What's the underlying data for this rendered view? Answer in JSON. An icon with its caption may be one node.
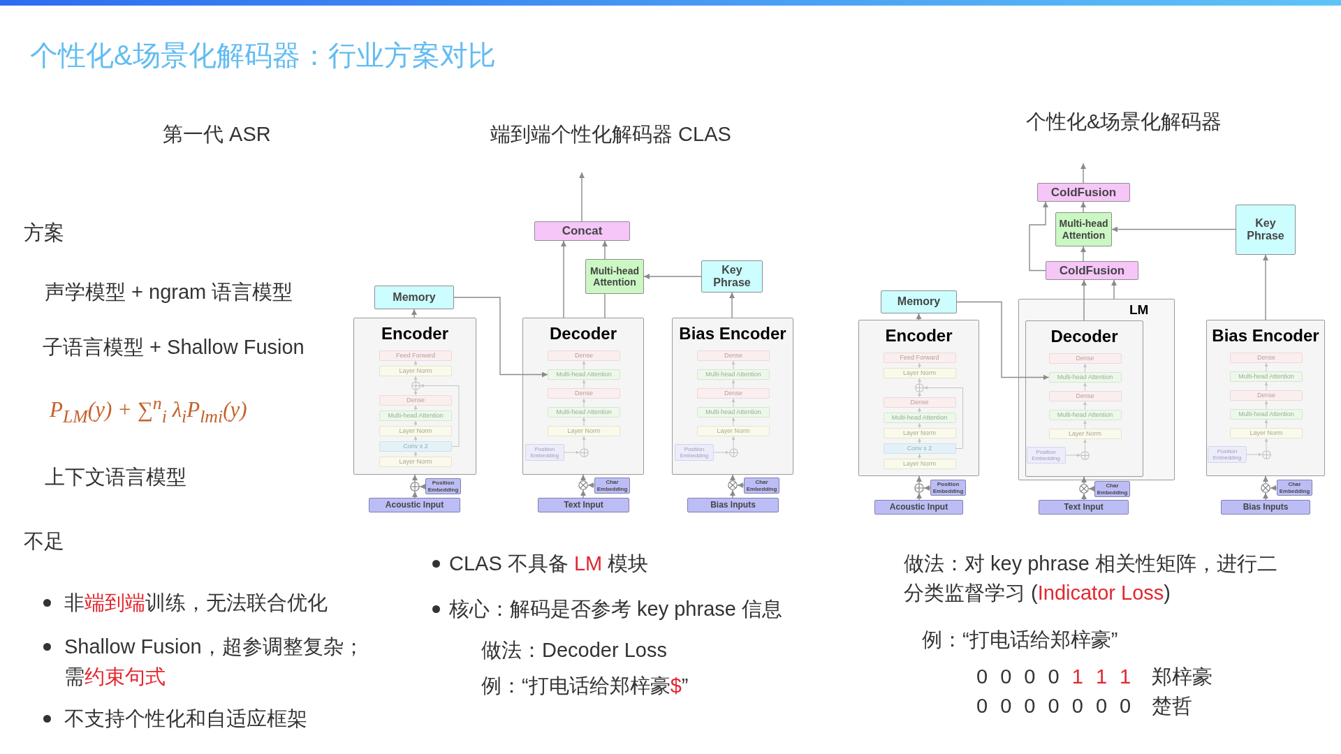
{
  "diagram": {
    "title": "个性化&场景化解码器：行业方案对比",
    "nodes": [
      {
        "text": [
          "Concat"
        ]
      },
      {
        "text": [
          "Multi-head Attention"
        ]
      },
      {
        "text": [
          "Key Phrase"
        ]
      },
      {
        "text": [
          "Memory"
        ]
      },
      {
        "text": [
          "Encoder"
        ]
      },
      {
        "text": [
          "Feed Forward"
        ],
        "in": 4
      },
      {
        "text": [
          "Layer Norm"
        ],
        "in": 4
      },
      {
        "text": [],
        "shape": "plus",
        "in": 4
      },
      {
        "text": [
          "Dense"
        ],
        "in": 4
      },
      {
        "text": [
          "Multi-head Attention"
        ],
        "in": 4
      },
      {
        "text": [
          "Layer Norm"
        ],
        "in": 4
      },
      {
        "text": [
          "Conv x 2"
        ],
        "in": 4
      },
      {
        "text": [
          "Layer Norm"
        ],
        "in": 4
      },
      {
        "text": [
          "Decoder"
        ]
      },
      {
        "text": [
          "Dense"
        ],
        "in": 13
      },
      {
        "text": [
          "Multi-head Attention"
        ],
        "in": 13
      },
      {
        "text": [
          "Dense"
        ],
        "in": 13
      },
      {
        "text": [
          "Multi-head Attention"
        ],
        "in": 13
      },
      {
        "text": [
          "Layer Norm"
        ],
        "in": 13
      },
      {
        "text": [
          "Position Embedding"
        ],
        "in": 13
      },
      {
        "text": [],
        "shape": "plus",
        "in": 13
      },
      {
        "text": [
          "Bias Encoder"
        ]
      },
      {
        "text": [
          "Dense"
        ],
        "in": 21
      },
      {
        "text": [
          "Multi-head Attention"
        ],
        "in": 21
      },
      {
        "text": [
          "Dense"
        ],
        "in": 21
      },
      {
        "text": [
          "Multi-head Attention"
        ],
        "in": 21
      },
      {
        "text": [
          "Layer Norm"
        ],
        "in": 21
      },
      {
        "text": [
          "Position Embedding"
        ],
        "in": 21
      },
      {
        "text": [],
        "shape": "plus",
        "in": 21
      },
      {
        "text": [],
        "shape": "plus"
      },
      {
        "text": [
          "Position Embedding"
        ]
      },
      {
        "text": [],
        "shape": "cross"
      },
      {
        "text": [
          "Char Embedding"
        ]
      },
      {
        "text": [],
        "shape": "cross"
      },
      {
        "text": [
          "Char Embedding"
        ]
      },
      {
        "text": [
          "Acoustic Input"
        ]
      },
      {
        "text": [
          "Text Input"
        ]
      },
      {
        "text": [
          "Bias Inputs"
        ]
      },
      {
        "text": [
          "ColdFusion"
        ]
      },
      {
        "text": [
          "Multi-head Attention"
        ]
      },
      {
        "text": [
          "Key Phrase"
        ]
      },
      {
        "text": [
          "ColdFusion"
        ]
      },
      {
        "text": [
          "Memory"
        ]
      },
      {
        "text": [
          "LM"
        ]
      },
      {
        "text": [
          "Encoder"
        ]
      },
      {
        "text": [
          "Feed Forward"
        ],
        "in": 44
      },
      {
        "text": [
          "Layer Norm"
        ],
        "in": 44
      },
      {
        "text": [],
        "shape": "plus",
        "in": 44
      },
      {
        "text": [
          "Dense"
        ],
        "in": 44
      },
      {
        "text": [
          "Multi-head Attention"
        ],
        "in": 44
      },
      {
        "text": [
          "Layer Norm"
        ],
        "in": 44
      },
      {
        "text": [
          "Conv x 2"
        ],
        "in": 44
      },
      {
        "text": [
          "Layer Norm"
        ],
        "in": 44
      },
      {
        "text": [
          "Decoder"
        ],
        "in": 43
      },
      {
        "text": [
          "Dense"
        ],
        "in": 53
      },
      {
        "text": [
          "Multi-head Attention"
        ],
        "in": 53
      },
      {
        "text": [
          "Dense"
        ],
        "in": 53
      },
      {
        "text": [
          "Multi-head Attention"
        ],
        "in": 53
      },
      {
        "text": [
          "Layer Norm"
        ],
        "in": 53
      },
      {
        "text": [
          "Position Embedding"
        ],
        "in": 53
      },
      {
        "text": [],
        "shape": "plus",
        "in": 53
      },
      {
        "text": [
          "Bias Encoder"
        ]
      },
      {
        "text": [
          "Dense"
        ],
        "in": 61
      },
      {
        "text": [
          "Multi-head Attention"
        ],
        "in": 61
      },
      {
        "text": [
          "Dense"
        ],
        "in": 61
      },
      {
        "text": [
          "Multi-head Attention"
        ],
        "in": 61
      },
      {
        "text": [
          "Layer Norm"
        ],
        "in": 61
      },
      {
        "text": [
          "Position Embedding"
        ],
        "in": 61
      },
      {
        "text": [],
        "shape": "plus",
        "in": 61
      },
      {
        "text": [],
        "shape": "plus"
      },
      {
        "text": [
          "Position Embedding"
        ]
      },
      {
        "text": [],
        "shape": "cross"
      },
      {
        "text": [
          "Char Embedding"
        ]
      },
      {
        "text": [],
        "shape": "cross"
      },
      {
        "text": [
          "Char Embedding"
        ]
      },
      {
        "text": [
          "Acoustic Input"
        ]
      },
      {
        "text": [
          "Text Input"
        ]
      },
      {
        "text": [
          "Bias Inputs"
        ]
      }
    ],
    "edges": [
      {
        "from": 0,
        "to": null,
        "arrow": "to"
      },
      {
        "from": 1,
        "to": 0,
        "arrow": "to"
      },
      {
        "from": 13,
        "to": 0,
        "arrow": "to"
      },
      {
        "from": 13,
        "to": 1,
        "arrow": "none"
      },
      {
        "from": 2,
        "to": 1,
        "arrow": "to"
      },
      {
        "from": 21,
        "to": 2,
        "arrow": "to"
      },
      {
        "from": 4,
        "to": 3,
        "arrow": "to"
      },
      {
        "from": 3,
        "to": 15,
        "arrow": "to"
      },
      {
        "from": 12,
        "to": 11,
        "arrow": "to",
        "color": "#c4c4c4"
      },
      {
        "from": 11,
        "to": 10,
        "arrow": "to",
        "color": "#c4c4c4"
      },
      {
        "from": 11,
        "to": 7,
        "arrow": "to",
        "color": "#c4c4c4"
      },
      {
        "from": 10,
        "to": 9,
        "arrow": "to",
        "color": "#c4c4c4"
      },
      {
        "from": 9,
        "to": 8,
        "arrow": "to",
        "color": "#c4c4c4"
      },
      {
        "from": 8,
        "to": 7,
        "arrow": "to",
        "color": "#c4c4c4"
      },
      {
        "from": 7,
        "to": 6,
        "arrow": "to",
        "color": "#c4c4c4"
      },
      {
        "from": 6,
        "to": 5,
        "arrow": "to",
        "color": "#c4c4c4"
      },
      {
        "from": 19,
        "to": 20,
        "arrow": "to",
        "color": "#c4c4c4"
      },
      {
        "from": 20,
        "to": 18,
        "arrow": "to",
        "color": "#c4c4c4"
      },
      {
        "from": 18,
        "to": 17,
        "arrow": "to",
        "color": "#c4c4c4"
      },
      {
        "from": 17,
        "to": 16,
        "arrow": "to",
        "color": "#c4c4c4"
      },
      {
        "from": 16,
        "to": 15,
        "arrow": "to",
        "color": "#c4c4c4"
      },
      {
        "from": 15,
        "to": 14,
        "arrow": "to",
        "color": "#c4c4c4"
      },
      {
        "from": 27,
        "to": 28,
        "arrow": "to",
        "color": "#c4c4c4"
      },
      {
        "from": 28,
        "to": 26,
        "arrow": "to",
        "color": "#c4c4c4"
      },
      {
        "from": 26,
        "to": 25,
        "arrow": "to",
        "color": "#c4c4c4"
      },
      {
        "from": 25,
        "to": 24,
        "arrow": "to",
        "color": "#c4c4c4"
      },
      {
        "from": 24,
        "to": 23,
        "arrow": "to",
        "color": "#c4c4c4"
      },
      {
        "from": 23,
        "to": 22,
        "arrow": "to",
        "color": "#c4c4c4"
      },
      {
        "from": 35,
        "to": 29,
        "arrow": "to"
      },
      {
        "from": 30,
        "to": 29,
        "arrow": "to"
      },
      {
        "from": 29,
        "to": 4,
        "arrow": "to"
      },
      {
        "from": 36,
        "to": 31,
        "arrow": "to"
      },
      {
        "from": 32,
        "to": 31,
        "arrow": "to"
      },
      {
        "from": 31,
        "to": 13,
        "arrow": "to"
      },
      {
        "from": 37,
        "to": 33,
        "arrow": "to"
      },
      {
        "from": 34,
        "to": 33,
        "arrow": "to"
      },
      {
        "from": 33,
        "to": 21,
        "arrow": "to"
      },
      {
        "from": 38,
        "to": null,
        "arrow": "to"
      },
      {
        "from": 39,
        "to": 38,
        "arrow": "to"
      },
      {
        "from": 41,
        "to": 39,
        "arrow": "to"
      },
      {
        "from": 41,
        "to": 38,
        "arrow": "to"
      },
      {
        "from": 40,
        "to": 39,
        "arrow": "to"
      },
      {
        "from": 61,
        "to": 40,
        "arrow": "to"
      },
      {
        "from": 53,
        "to": 41,
        "arrow": "to"
      },
      {
        "from": 43,
        "to": 41,
        "arrow": "to"
      },
      {
        "from": 44,
        "to": 42,
        "arrow": "to"
      },
      {
        "from": 42,
        "to": 55,
        "arrow": "to"
      },
      {
        "from": 52,
        "to": 51,
        "arrow": "to",
        "color": "#c4c4c4"
      },
      {
        "from": 51,
        "to": 50,
        "arrow": "to",
        "color": "#c4c4c4"
      },
      {
        "from": 51,
        "to": 47,
        "arrow": "to",
        "color": "#c4c4c4"
      },
      {
        "from": 50,
        "to": 49,
        "arrow": "to",
        "color": "#c4c4c4"
      },
      {
        "from": 49,
        "to": 48,
        "arrow": "to",
        "color": "#c4c4c4"
      },
      {
        "from": 48,
        "to": 47,
        "arrow": "to",
        "color": "#c4c4c4"
      },
      {
        "from": 47,
        "to": 46,
        "arrow": "to",
        "color": "#c4c4c4"
      },
      {
        "from": 46,
        "to": 45,
        "arrow": "to",
        "color": "#c4c4c4"
      },
      {
        "from": 59,
        "to": 60,
        "arrow": "to",
        "color": "#c4c4c4"
      },
      {
        "from": 60,
        "to": 58,
        "arrow": "to",
        "color": "#c4c4c4"
      },
      {
        "from": 58,
        "to": 57,
        "arrow": "to",
        "color": "#c4c4c4"
      },
      {
        "from": 57,
        "to": 56,
        "arrow": "to",
        "color": "#c4c4c4"
      },
      {
        "from": 56,
        "to": 55,
        "arrow": "to",
        "color": "#c4c4c4"
      },
      {
        "from": 55,
        "to": 54,
        "arrow": "to",
        "color": "#c4c4c4"
      },
      {
        "from": 67,
        "to": 68,
        "arrow": "to",
        "color": "#c4c4c4"
      },
      {
        "from": 68,
        "to": 66,
        "arrow": "to",
        "color": "#c4c4c4"
      },
      {
        "from": 66,
        "to": 65,
        "arrow": "to",
        "color": "#c4c4c4"
      },
      {
        "from": 65,
        "to": 64,
        "arrow": "to",
        "color": "#c4c4c4"
      },
      {
        "from": 64,
        "to": 63,
        "arrow": "to",
        "color": "#c4c4c4"
      },
      {
        "from": 63,
        "to": 62,
        "arrow": "to",
        "color": "#c4c4c4"
      },
      {
        "from": 75,
        "to": 69,
        "arrow": "to"
      },
      {
        "from": 70,
        "to": 69,
        "arrow": "to"
      },
      {
        "from": 69,
        "to": 44,
        "arrow": "to"
      },
      {
        "from": 76,
        "to": 71,
        "arrow": "to"
      },
      {
        "from": 72,
        "to": 71,
        "arrow": "to"
      },
      {
        "from": 71,
        "to": 53,
        "arrow": "to"
      },
      {
        "from": 77,
        "to": 73,
        "arrow": "to"
      },
      {
        "from": 74,
        "to": 73,
        "arrow": "to"
      },
      {
        "from": 73,
        "to": 61,
        "arrow": "to"
      }
    ],
    "labels": [
      "第一代 ASR",
      "端到端个性化解码器 CLAS",
      "个性化&场景化解码器",
      "方案",
      "声学模型 + ngram 语言模型",
      "子语言模型 + Shallow Fusion",
      "P$_{LM}$(y) + ∑$^{n}$$_{i}$ λ$_{i}$P$_{lm}$$_{i}$(y)",
      "上下文语言模型",
      "不足",
      "非**端到端**训练，无法联合优化",
      "Shallow Fusion，超参调整复杂；需**约束句式**",
      "不支持个性化和自适应框架",
      "CLAS 不具备 **LM** 模块",
      "核心：解码是否参考 key phrase 信息",
      "做法：Decoder Loss",
      "例：“打电话给郑梓豪**$**”",
      "做法：对 key phrase 相关性矩阵，进行二分类监督学习 (**Indicator Loss**)",
      "例：“打电话给郑梓豪”",
      "0 0 0 0 **1 1 1**",
      "郑梓豪",
      "0 0 0 0 0 0 0",
      "楚哲"
    ]
  }
}
